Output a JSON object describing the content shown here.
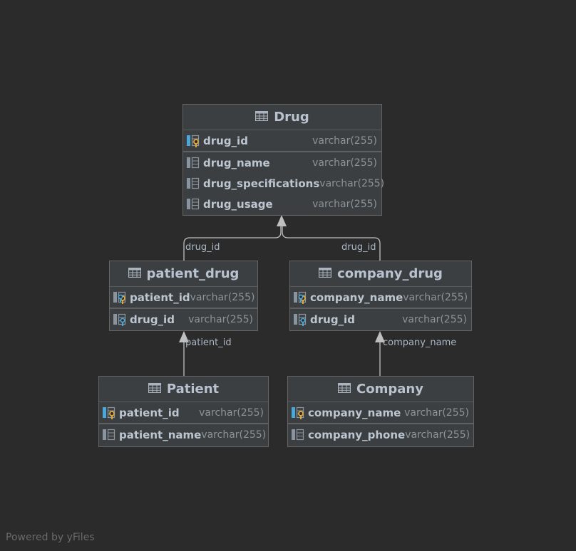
{
  "tables": {
    "drug": {
      "title": "Drug",
      "columns": [
        {
          "name": "drug_id",
          "type": "varchar(255)",
          "key": "pk"
        },
        {
          "name": "drug_name",
          "type": "varchar(255)",
          "key": "none"
        },
        {
          "name": "drug_specifications",
          "type": "varchar(255)",
          "key": "none"
        },
        {
          "name": "drug_usage",
          "type": "varchar(255)",
          "key": "none"
        }
      ]
    },
    "patient_drug": {
      "title": "patient_drug",
      "columns": [
        {
          "name": "patient_id",
          "type": "varchar(255)",
          "key": "pk-fk"
        },
        {
          "name": "drug_id",
          "type": "varchar(255)",
          "key": "fk"
        }
      ]
    },
    "company_drug": {
      "title": "company_drug",
      "columns": [
        {
          "name": "company_name",
          "type": "varchar(255)",
          "key": "pk-fk"
        },
        {
          "name": "drug_id",
          "type": "varchar(255)",
          "key": "fk"
        }
      ]
    },
    "patient": {
      "title": "Patient",
      "columns": [
        {
          "name": "patient_id",
          "type": "varchar(255)",
          "key": "pk"
        },
        {
          "name": "patient_name",
          "type": "varchar(255)",
          "key": "none"
        }
      ]
    },
    "company": {
      "title": "Company",
      "columns": [
        {
          "name": "company_name",
          "type": "varchar(255)",
          "key": "pk"
        },
        {
          "name": "company_phone",
          "type": "varchar(255)",
          "key": "none"
        }
      ]
    }
  },
  "relations": {
    "patient_drug_to_drug": "drug_id",
    "company_drug_to_drug": "drug_id",
    "patient_drug_to_patient": "patient_id",
    "company_drug_to_company": "company_name"
  },
  "footer": "Powered by yFiles",
  "colors": {
    "background": "#2b2b2b",
    "entity_fill": "#3c3f41",
    "border": "#646464",
    "key_gold": "#e0a93a",
    "fk_blue": "#4aa8d8"
  }
}
